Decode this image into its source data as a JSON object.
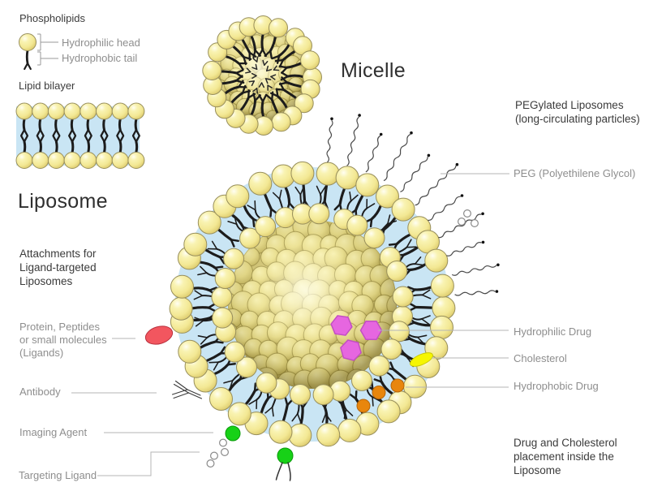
{
  "titles": {
    "liposome": "Liposome",
    "micelle": "Micelle"
  },
  "legend": {
    "phospholipids": "Phospholipids",
    "hydrophilic_head": "Hydrophilic head",
    "hydrophobic_tail": "Hydrophobic tail",
    "lipid_bilayer": "Lipid bilayer"
  },
  "left_annotations": {
    "attachments_heading": "Attachments for\nLigand-targeted\nLiposomes",
    "protein": "Protein, Peptides\nor small molecules\n(Ligands)",
    "antibody": "Antibody",
    "imaging_agent": "Imaging Agent",
    "targeting_ligand": "Targeting Ligand"
  },
  "right_annotations": {
    "pegylated_heading": "PEGylated Liposomes\n(long-circulating particles)",
    "peg": "PEG (Polyethilene Glycol)",
    "hydrophilic_drug": "Hydrophilic Drug",
    "cholesterol": "Cholesterol",
    "hydrophobic_drug": "Hydrophobic Drug",
    "drug_placement_note": "Drug and Cholesterol\nplacement inside the\nLiposome"
  },
  "colors": {
    "background": "#ffffff",
    "bilayer_blue": "#c9e5f4",
    "lipid_head_stroke": "#988f5c",
    "tail_black": "#1c1c1c",
    "interior_base": "#cfc272",
    "hydrophilic_drug_pink": "#e666e0",
    "hydrophilic_drug_pink_stroke": "#c24fc2",
    "hydrophobic_drug_orange": "#e8860d",
    "hydrophobic_drug_orange_stroke": "#b5650a",
    "cholesterol_yellow": "#f6f600",
    "cholesterol_yellow_stroke": "#c9c900",
    "protein_red": "#f2565f",
    "protein_red_stroke": "#b8303d",
    "imaging_agent_green": "#17d117",
    "imaging_agent_green_stroke": "#0a9a0a",
    "peg_chain_gray": "#4a4a4a",
    "ring_stroke": "#8a8a8a",
    "leader_line_gray": "#b4b4b4",
    "bracket_gray": "#999999"
  }
}
